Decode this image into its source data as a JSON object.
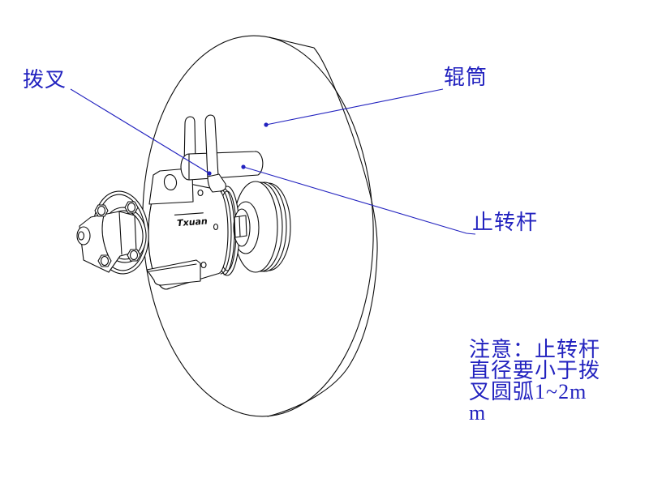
{
  "labels": {
    "fork": {
      "text": "拨叉"
    },
    "drum": {
      "text": "辊筒"
    },
    "stop_rod": {
      "text": "止转杆"
    },
    "note": {
      "lines": [
        "注意：止转杆",
        "直径要小于拨",
        "叉圆弧1~2m",
        "m"
      ]
    }
  },
  "drawing": {
    "brand": "Txuan",
    "parts": [
      "roller drum",
      "gear motor",
      "shift fork",
      "stop rod",
      "mounting lug",
      "flange bolts"
    ]
  },
  "colors": {
    "annotation": "#2222bf",
    "line": "#0d0d0d",
    "background": "#ffffff"
  }
}
